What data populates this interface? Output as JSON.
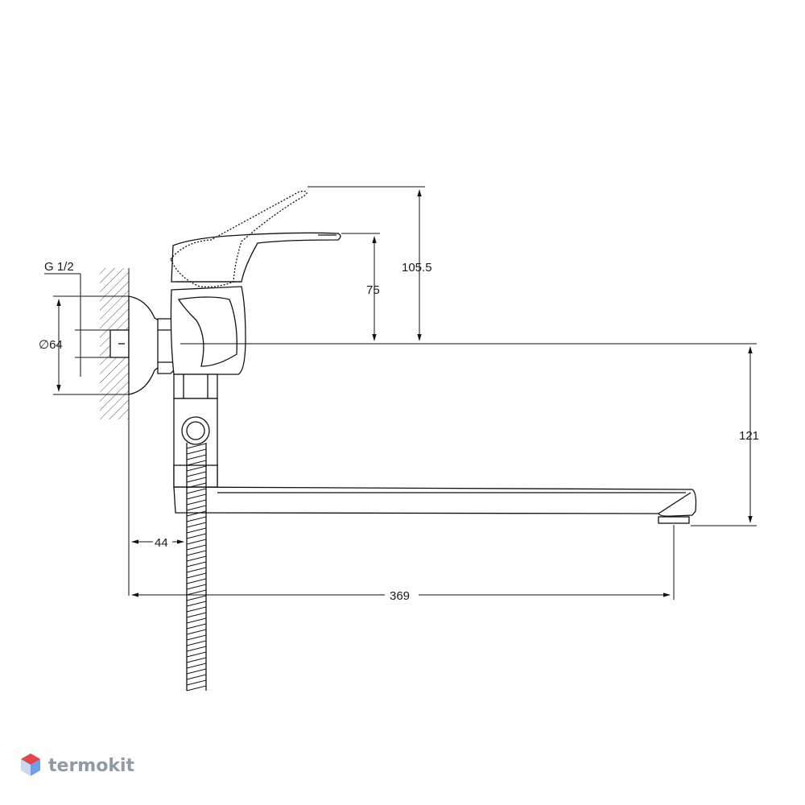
{
  "drawing": {
    "labels": {
      "thread": "G 1/2",
      "flange_diameter": "∅64",
      "height_handle": "75",
      "height_handle_raised": "105.5",
      "spout_drop": "121",
      "wall_to_body": "44",
      "spout_reach": "369"
    }
  },
  "watermark": {
    "text": "termokit",
    "color": "#e0464c"
  }
}
